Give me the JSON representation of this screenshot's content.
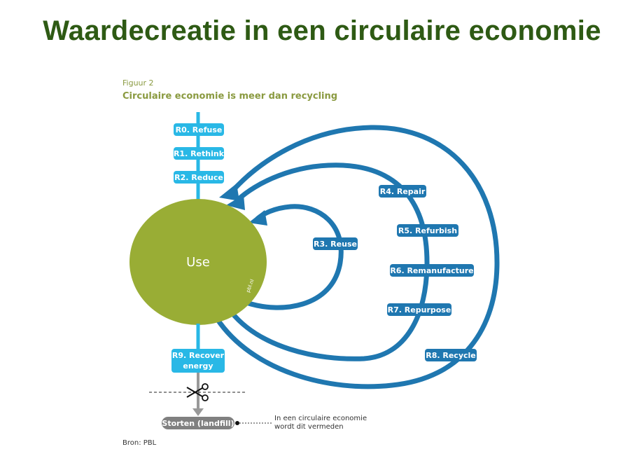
{
  "title": "Waardecreatie in een circulaire economie",
  "figure": {
    "label": "Figuur 2",
    "subtitle": "Circulaire economie is meer dan recycling",
    "source": "Bron: PBL",
    "watermark": "pbl.nl"
  },
  "center": {
    "label": "Use"
  },
  "input_steps": [
    "R0. Refuse",
    "R1. Rethink",
    "R2. Reduce"
  ],
  "loops": {
    "inner": [
      "R3. Reuse"
    ],
    "middle": [
      "R4. Repair",
      "R5. Refurbish",
      "R6. Remanufacture",
      "R7. Repurpose"
    ],
    "outer": [
      "R8. Recycle"
    ]
  },
  "output": {
    "recover_line1": "R9. Recover",
    "recover_line2": "energy",
    "landfill": "Storten (landfill)",
    "note_line1": "In een circulaire economie",
    "note_line2": "wordt dit vermeden"
  },
  "colors": {
    "title": "#2e5a14",
    "light_blue": "#29b8e6",
    "dark_blue": "#1f77b0",
    "use_circle": "#99ad35",
    "landfill": "#808080",
    "subtitle": "#8a9a40"
  }
}
